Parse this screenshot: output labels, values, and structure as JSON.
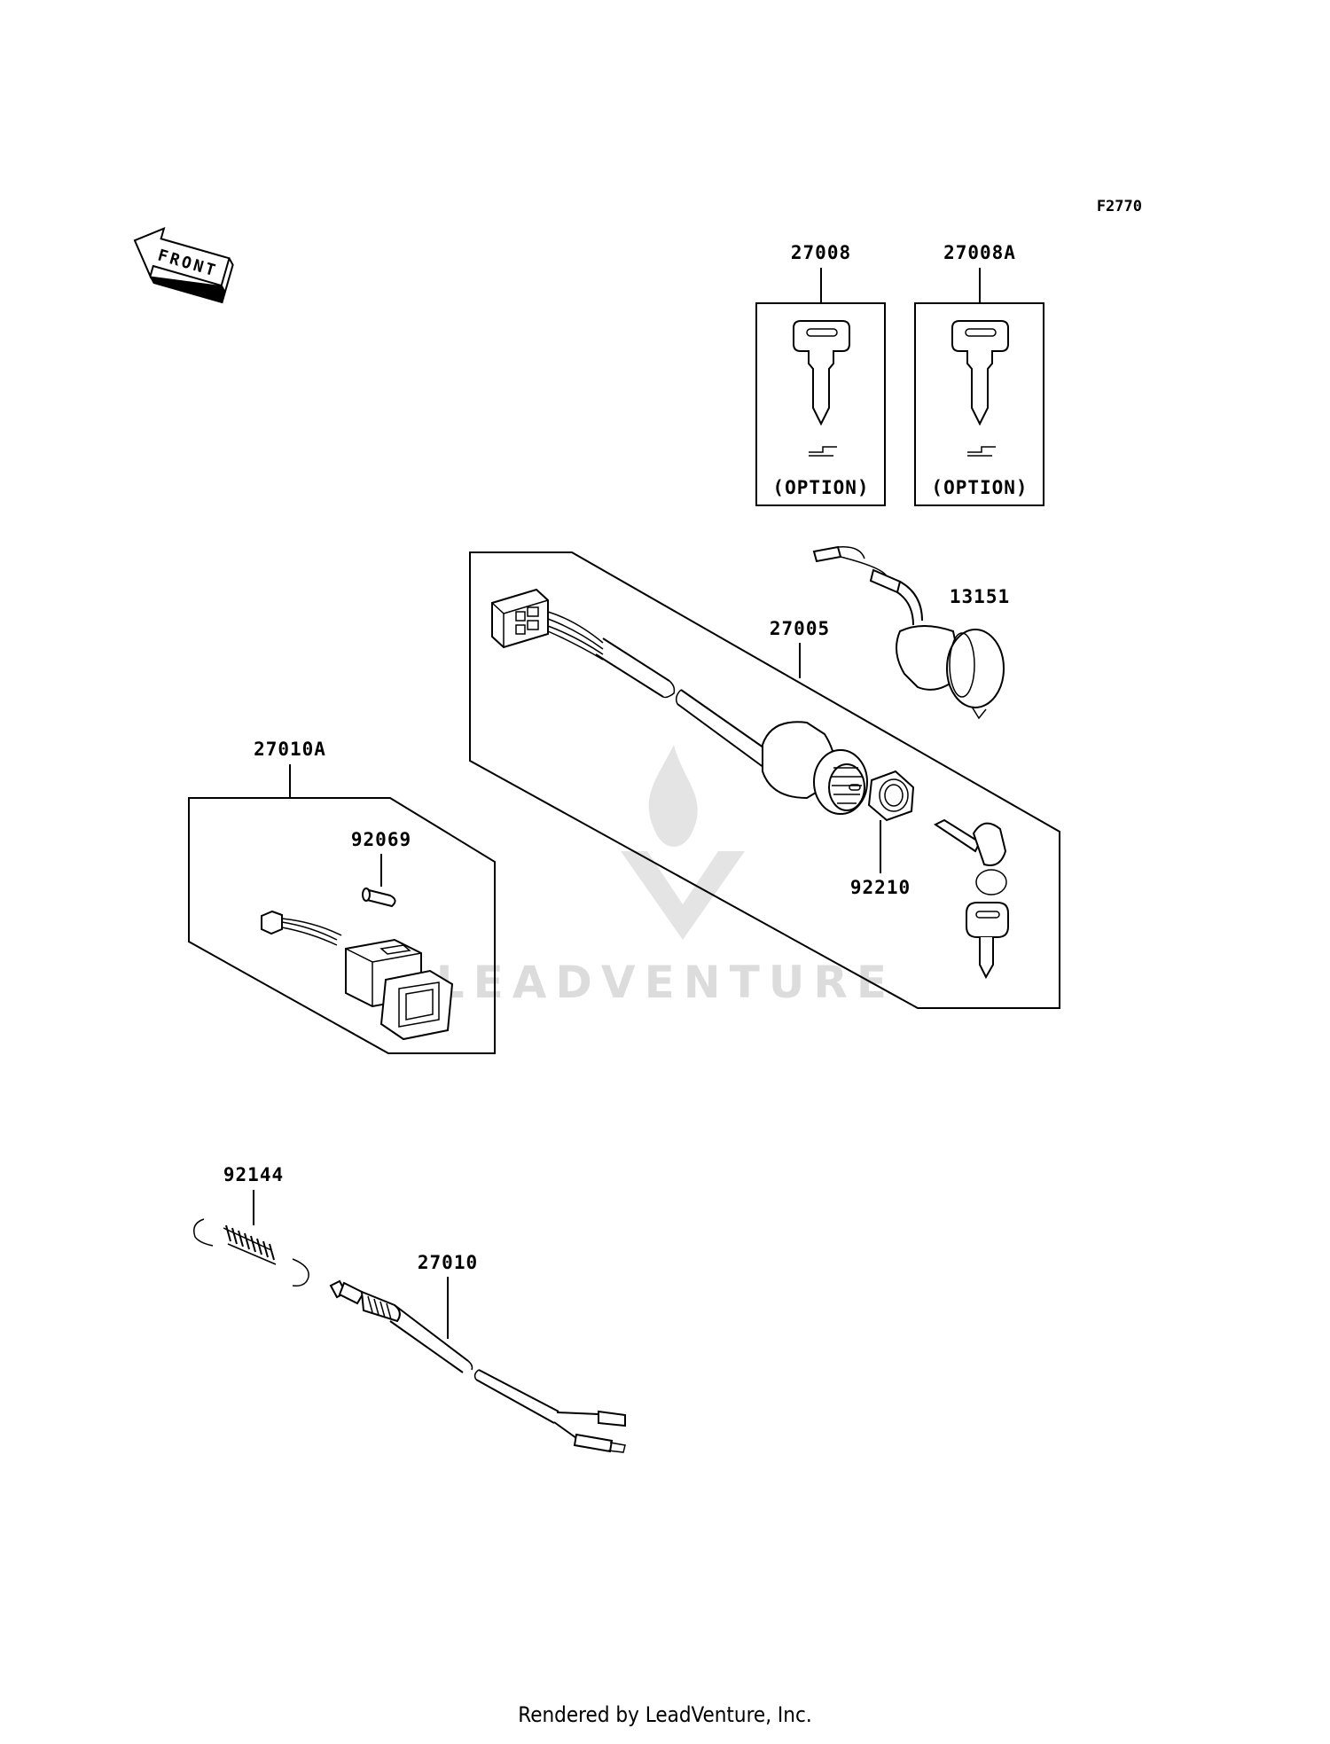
{
  "figure_code": "F2770",
  "front_arrow": {
    "label": "FRONT",
    "icon": "front-arrow-icon"
  },
  "watermark": "LEADVENTURE",
  "footer": "Rendered by LeadVenture, Inc.",
  "parts": {
    "key_27008": "27008",
    "key_27008a": "27008A",
    "switch_27005": "27005",
    "socket_13151": "13151",
    "nut_92210": "92210",
    "switch_27010a": "27010A",
    "bulb_92069": "92069",
    "spring_92144": "92144",
    "switch_27010": "27010"
  },
  "option_label": "(OPTION)"
}
